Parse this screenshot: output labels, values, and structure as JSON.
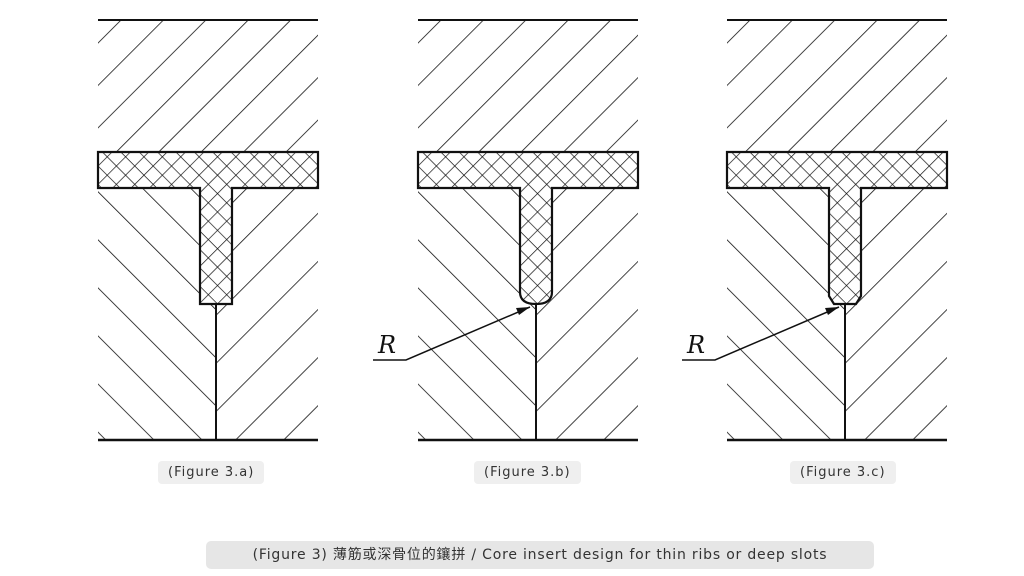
{
  "figures": [
    {
      "label": "(Figure 3.a)",
      "rib_end": "square",
      "annotation": ""
    },
    {
      "label": "(Figure 3.b)",
      "rib_end": "radius",
      "annotation": "R"
    },
    {
      "label": "(Figure 3.c)",
      "rib_end": "chamfer",
      "annotation": "R"
    }
  ],
  "caption": "(Figure 3) 薄筋或深骨位的鑲拼 / Core insert design for thin ribs or deep slots",
  "colors": {
    "line": "#111111",
    "caption_bg": "#e6e6e6",
    "label_bg": "#efefef"
  }
}
